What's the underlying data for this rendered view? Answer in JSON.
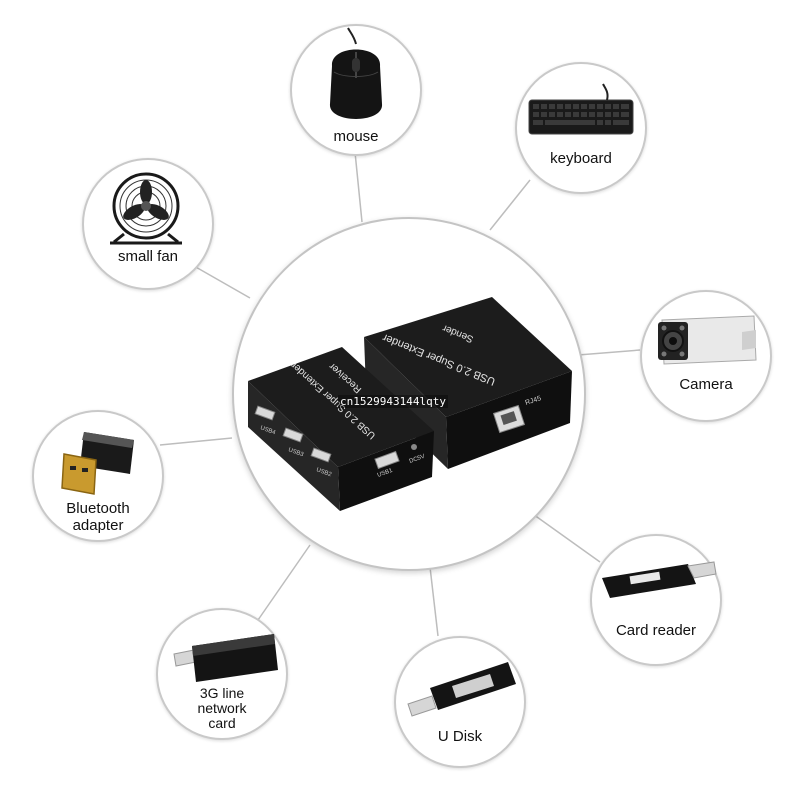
{
  "devices": [
    {
      "id": "mouse",
      "label": "mouse"
    },
    {
      "id": "keyboard",
      "label": "keyboard"
    },
    {
      "id": "fan",
      "label": "small fan"
    },
    {
      "id": "camera",
      "label": "Camera"
    },
    {
      "id": "bluetooth",
      "label": "Bluetooth\nadapter"
    },
    {
      "id": "cardreader",
      "label": "Card reader"
    },
    {
      "id": "network",
      "label": "3G line\nnetwork\ncard"
    },
    {
      "id": "udisk",
      "label": "U Disk"
    }
  ],
  "extender": {
    "receiver_title": "USB 2.0 Super Extender",
    "receiver_sub": "Receiver",
    "sender_title": "USB 2.0 Super Extender",
    "sender_sub": "Sender",
    "port_usb4": "USB4",
    "port_usb3": "USB3",
    "port_usb2": "USB2",
    "port_usb1": "USB1",
    "port_dc": "DC5V",
    "port_rj45": "RJ45"
  },
  "watermark": "cn1529943144lqty",
  "colors": {
    "ring": "#c9c9c9",
    "connector": "#bdbdbd",
    "device": "#141414"
  }
}
